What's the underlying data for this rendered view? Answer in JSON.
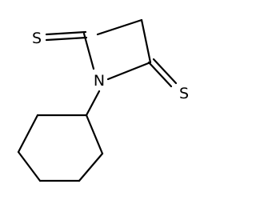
{
  "molecule": {
    "atoms": {
      "sulfur_left": "S",
      "nitrogen": "N",
      "sulfur_right": "S"
    }
  }
}
